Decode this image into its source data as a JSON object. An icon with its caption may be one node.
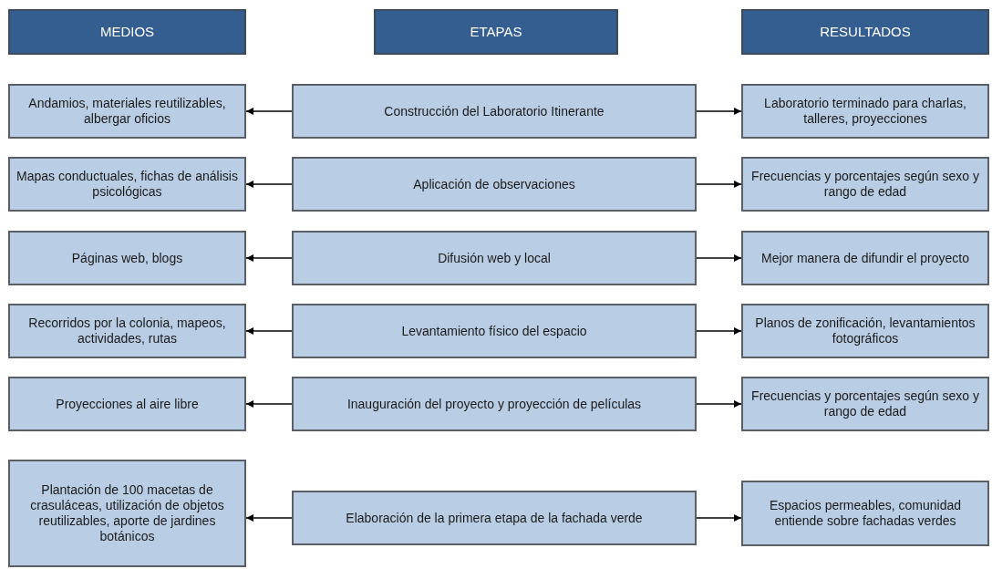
{
  "diagram": {
    "nodes": [
      {
        "text": [
          "MEDIOS"
        ]
      },
      {
        "text": [
          "ETAPAS"
        ]
      },
      {
        "text": [
          "RESULTADOS"
        ]
      },
      {
        "text": [
          "Andamios, materiales reutilizables, albergar oficios"
        ]
      },
      {
        "text": [
          "Construcción del Laboratorio Itinerante"
        ]
      },
      {
        "text": [
          "Laboratorio terminado para charlas, talleres, proyecciones"
        ]
      },
      {
        "text": [
          "Mapas conductuales, fichas de análisis psicológicas"
        ]
      },
      {
        "text": [
          "Aplicación de observaciones"
        ]
      },
      {
        "text": [
          "Frecuencias y porcentajes según sexo y rango de edad"
        ]
      },
      {
        "text": [
          "Páginas web, blogs"
        ]
      },
      {
        "text": [
          "Difusión web y local"
        ]
      },
      {
        "text": [
          "Mejor manera de difundir el proyecto"
        ]
      },
      {
        "text": [
          "Recorridos por la colonia, mapeos, actividades, rutas"
        ]
      },
      {
        "text": [
          "Levantamiento físico del espacio"
        ]
      },
      {
        "text": [
          "Planos de zonificación, levantamientos fotográficos"
        ]
      },
      {
        "text": [
          "Proyecciones al aire libre"
        ]
      },
      {
        "text": [
          "Inauguración del proyecto y proyección de películas"
        ]
      },
      {
        "text": [
          "Frecuencias y porcentajes según sexo y rango de edad"
        ]
      },
      {
        "text": [
          "Plantación de 100 macetas de crasuláceas, utilización de objetos reutilizables, aporte de jardines botánicos"
        ]
      },
      {
        "text": [
          "Elaboración de la primera etapa de la fachada verde"
        ]
      },
      {
        "text": [
          "Espacios permeables, comunidad entiende sobre fachadas verdes"
        ]
      }
    ],
    "edges": [
      {
        "from": 4,
        "to": 3,
        "arrow": "to"
      },
      {
        "from": 4,
        "to": 5,
        "arrow": "to"
      },
      {
        "from": 7,
        "to": 6,
        "arrow": "to"
      },
      {
        "from": 7,
        "to": 8,
        "arrow": "to"
      },
      {
        "from": 10,
        "to": 9,
        "arrow": "to"
      },
      {
        "from": 10,
        "to": 11,
        "arrow": "to"
      },
      {
        "from": 13,
        "to": 12,
        "arrow": "to"
      },
      {
        "from": 13,
        "to": 14,
        "arrow": "to"
      },
      {
        "from": 16,
        "to": 15,
        "arrow": "to"
      },
      {
        "from": 16,
        "to": 17,
        "arrow": "to"
      },
      {
        "from": 19,
        "to": 18,
        "arrow": "to"
      },
      {
        "from": 19,
        "to": 20,
        "arrow": "to"
      }
    ]
  }
}
